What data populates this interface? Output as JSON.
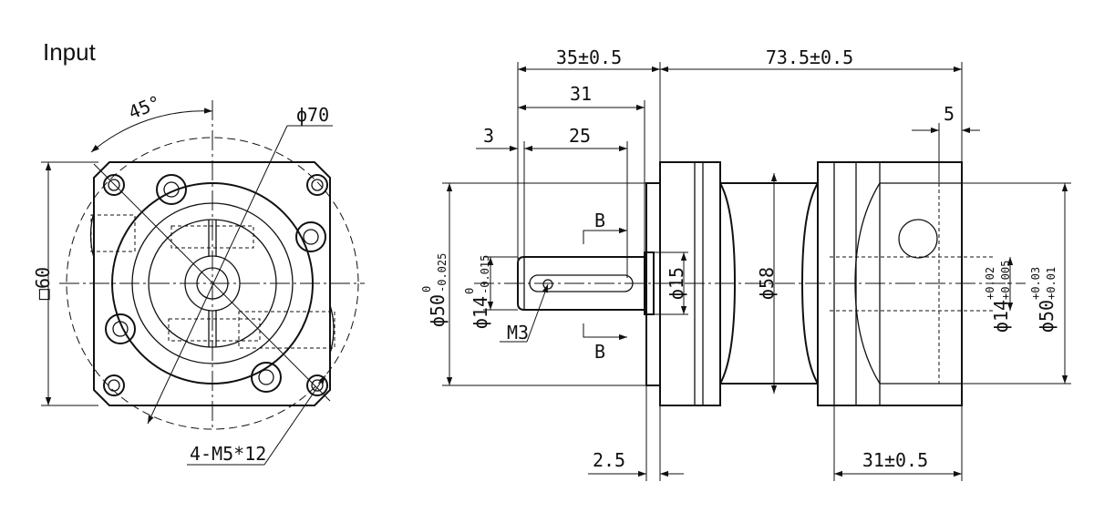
{
  "title": "Input",
  "front_view": {
    "angle": "45°",
    "bolt_circle": "ϕ70",
    "square": "□60",
    "bolts": "4-M5*12"
  },
  "side_view": {
    "dim_35": "35±0.5",
    "dim_73": "73.5±0.5",
    "dim_31": "31",
    "dim_3": "3",
    "dim_25": "25",
    "dim_5": "5",
    "dim_2_5": "2.5",
    "dim_31b": "31±0.5",
    "section_b1": "B",
    "section_b2": "B",
    "thread": "M3",
    "shaft_d15": "ϕ15",
    "body_d58": "ϕ58",
    "pilot_d50": "ϕ50",
    "pilot_tol_top": "0",
    "pilot_tol_bot": "-0.025",
    "shaft_d14": "ϕ14",
    "shaft_tol_top": "0",
    "shaft_tol_bot": "-0.015",
    "bore_d14": "ϕ14",
    "bore_tol_top": "+0.02",
    "bore_tol_bot": "+0.005",
    "bore_d50": "ϕ50",
    "bore50_tol_top": "+0.03",
    "bore50_tol_bot": "+0.01"
  }
}
